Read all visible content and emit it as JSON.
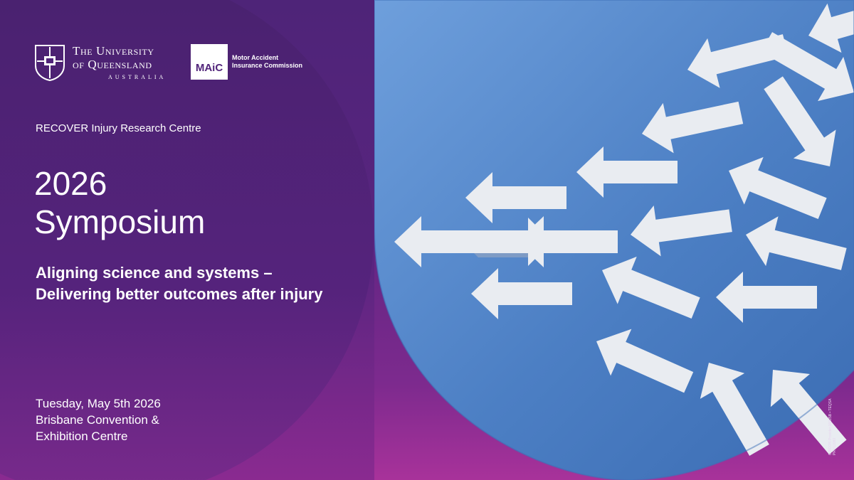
{
  "logos": {
    "uq": {
      "line1": "The University",
      "line2": "of Queensland",
      "line3": "AUSTRALIA"
    },
    "maic": {
      "badge": "MAiC",
      "line1": "Motor Accident",
      "line2": "Insurance Commission"
    }
  },
  "centre": "RECOVER Injury Research Centre",
  "heading": {
    "year": "2026",
    "event": "Symposium"
  },
  "theme": "Aligning science and systems – Delivering better outcomes after injury",
  "details": {
    "date": "Tuesday, May 5th 2026",
    "venue_line1": "Brisbane Convention &",
    "venue_line2": "Exhibition Centre"
  },
  "credit": "CRICOS Provider 00025B • TEQSA PRV12080",
  "colors": {
    "purple_dark": "#51247a",
    "magenta": "#a8329a",
    "shield_blue": "#5b8ccf",
    "arrow_white": "#e9ecf1"
  }
}
